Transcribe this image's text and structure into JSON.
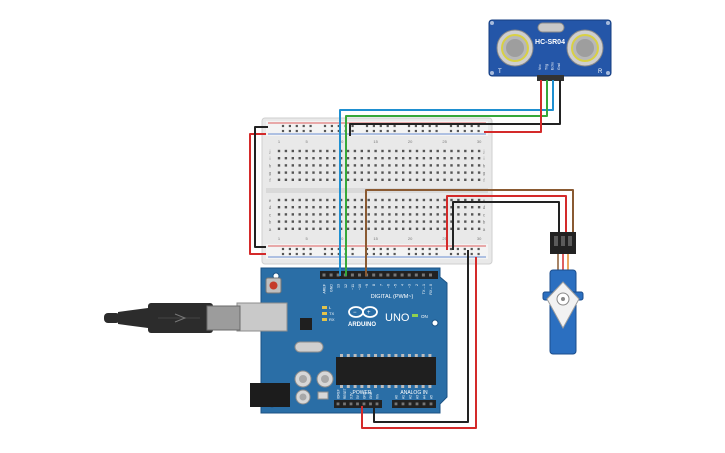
{
  "sensor": {
    "model": "HC-SR04",
    "pins": [
      "Vcc",
      "Trig",
      "Echo",
      "Gnd"
    ],
    "mark_left": "T",
    "mark_right": "R"
  },
  "arduino": {
    "brand": "ARDUINO",
    "model": "UNO",
    "digital_label": "DIGITAL (PWM~)",
    "power_label": "POWER",
    "analog_label": "ANALOG IN",
    "top_headers": [
      "AREF",
      "GND",
      "13",
      "12",
      "~11",
      "~10",
      "~9",
      "8",
      "7",
      "~6",
      "~5",
      "4",
      "~3",
      "2",
      "TX→1",
      "RX←0"
    ],
    "power_pins": [
      "IOREF",
      "RESET",
      "3.3V",
      "5V",
      "GND",
      "GND",
      "Vin"
    ],
    "analog_pins": [
      "A0",
      "A1",
      "A2",
      "A3",
      "A4",
      "A5"
    ],
    "leds": [
      "L",
      "TX",
      "RX"
    ],
    "on_label": "ON"
  },
  "breadboard": {
    "row_letters_top": [
      "j",
      "i",
      "h",
      "g",
      "f"
    ],
    "row_letters_bottom": [
      "e",
      "d",
      "c",
      "b",
      "a"
    ],
    "column_numbers": [
      "1",
      "5",
      "10",
      "15",
      "20",
      "25",
      "30"
    ]
  },
  "colors": {
    "board": "#2a6ea6",
    "breadboard": "#e9e9e9",
    "wire_red": "#d42a2a",
    "wire_black": "#222222",
    "wire_blue": "#1e8fd0",
    "wire_green": "#36a83a",
    "wire_brown": "#8a5a32",
    "servo": "#2b6fc0"
  }
}
